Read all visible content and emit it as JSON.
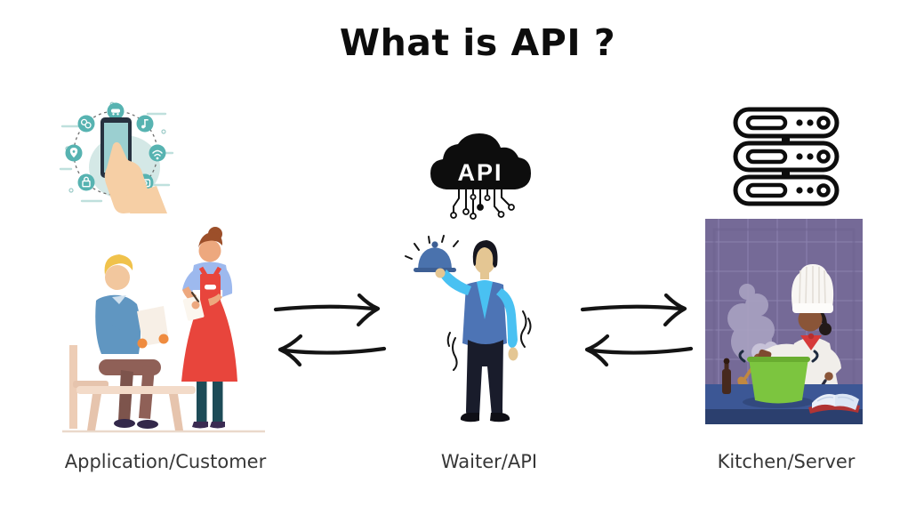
{
  "title": "What is API ?",
  "api_cloud_text": "API",
  "sections": {
    "application": {
      "label": "Application/Customer"
    },
    "waiter": {
      "label": "Waiter/API"
    },
    "kitchen": {
      "label": "Kitchen/Server"
    }
  },
  "icons": {
    "api_cloud": "api-cloud-icon (black cloud with API text and circuit traces)",
    "server_rack": "server-rack-icon (three stacked server units, outline style)",
    "phone_app": "smartphone-touch-icon (hand tapping phone, ringed by app icons: car, music, wifi, camera, lock, location-pin, coins)",
    "arrows": "hand-drawn-double-arrow (right arrow above, left arrow below)"
  },
  "colors": {
    "black": "#0d0d0d",
    "teal": "#57b3b1",
    "teal_light": "#d4e8e6",
    "red": "#e8453c",
    "periwinkle": "#9db9ee",
    "steel_blue": "#6096c1",
    "vest_blue": "#4d74b5",
    "cyan": "#49c1f2",
    "pants_dark": "#191c2b",
    "kitchen_purple": "#756a97",
    "counter_blue": "#3c5795",
    "pot_green": "#7cc53f",
    "skin_light": "#f2c79e",
    "skin_dark": "#8a5538",
    "label_gray": "#373737"
  }
}
